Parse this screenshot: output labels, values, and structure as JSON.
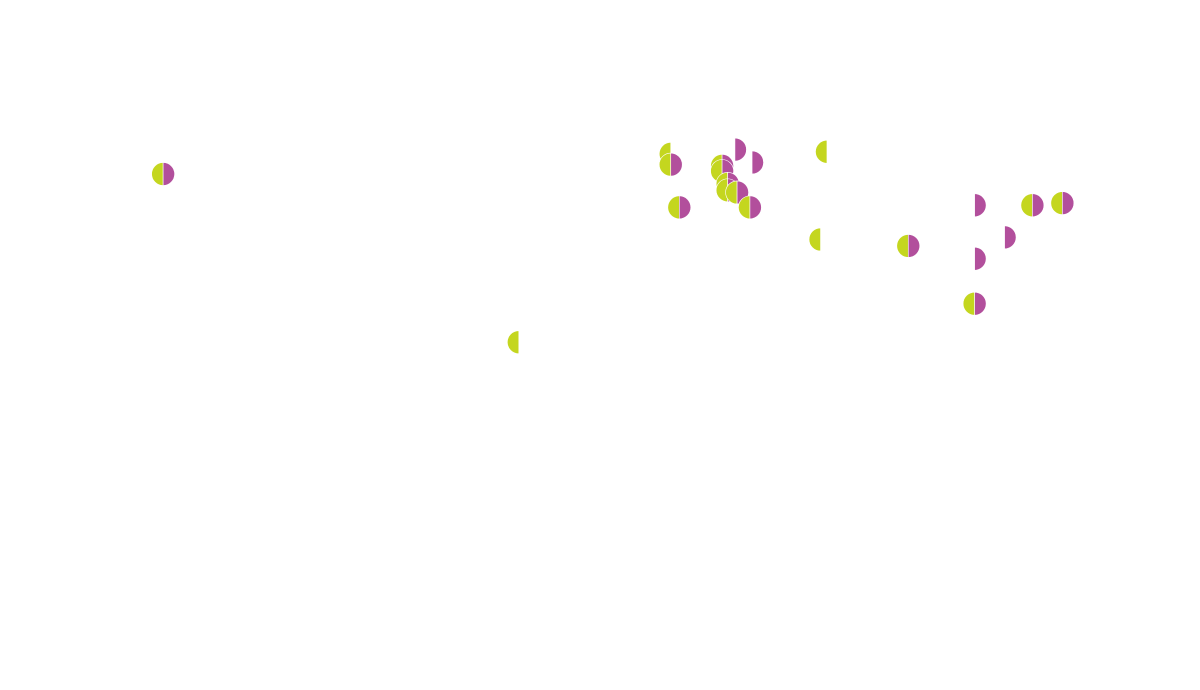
{
  "colors": {
    "background": "#ffffff",
    "series_a": "#c4d61f",
    "series_b": "#b24f9c"
  },
  "chart_data": {
    "type": "scatter",
    "glyph": "split-circle",
    "markers": [
      {
        "lon": -123.1,
        "lat": 49.3,
        "a": 1,
        "b": 1
      },
      {
        "lon": -4.5,
        "lat": 54.0,
        "a": 1,
        "b": 0
      },
      {
        "lon": -4.5,
        "lat": 51.5,
        "a": 1,
        "b": 1
      },
      {
        "lon": 10.5,
        "lat": 55.0,
        "a": 0,
        "b": 1
      },
      {
        "lon": 14.5,
        "lat": 52.0,
        "a": 0,
        "b": 1
      },
      {
        "lon": 7.5,
        "lat": 51.2,
        "a": 1,
        "b": 1
      },
      {
        "lon": 7.5,
        "lat": 50.0,
        "a": 1,
        "b": 1
      },
      {
        "lon": 8.8,
        "lat": 47.0,
        "a": 1,
        "b": 1
      },
      {
        "lon": 8.8,
        "lat": 45.5,
        "a": 1,
        "b": 1
      },
      {
        "lon": 11.0,
        "lat": 45.0,
        "a": 1,
        "b": 1
      },
      {
        "lon": -2.5,
        "lat": 41.5,
        "a": 1,
        "b": 1
      },
      {
        "lon": 14.0,
        "lat": 41.5,
        "a": 1,
        "b": 1
      },
      {
        "lon": 32.0,
        "lat": 54.5,
        "a": 1,
        "b": 0
      },
      {
        "lon": 30.5,
        "lat": 34.0,
        "a": 1,
        "b": 0
      },
      {
        "lon": 51.0,
        "lat": 32.5,
        "a": 1,
        "b": 1
      },
      {
        "lon": 66.5,
        "lat": 42.0,
        "a": 0,
        "b": 1
      },
      {
        "lon": 73.5,
        "lat": 34.5,
        "a": 0,
        "b": 1
      },
      {
        "lon": 66.5,
        "lat": 29.5,
        "a": 0,
        "b": 1
      },
      {
        "lon": 66.5,
        "lat": 19.0,
        "a": 1,
        "b": 1
      },
      {
        "lon": 80.0,
        "lat": 42.0,
        "a": 1,
        "b": 1
      },
      {
        "lon": 87.0,
        "lat": 42.5,
        "a": 1,
        "b": 1
      },
      {
        "lon": -40.0,
        "lat": 10.0,
        "a": 1,
        "b": 0
      }
    ]
  }
}
